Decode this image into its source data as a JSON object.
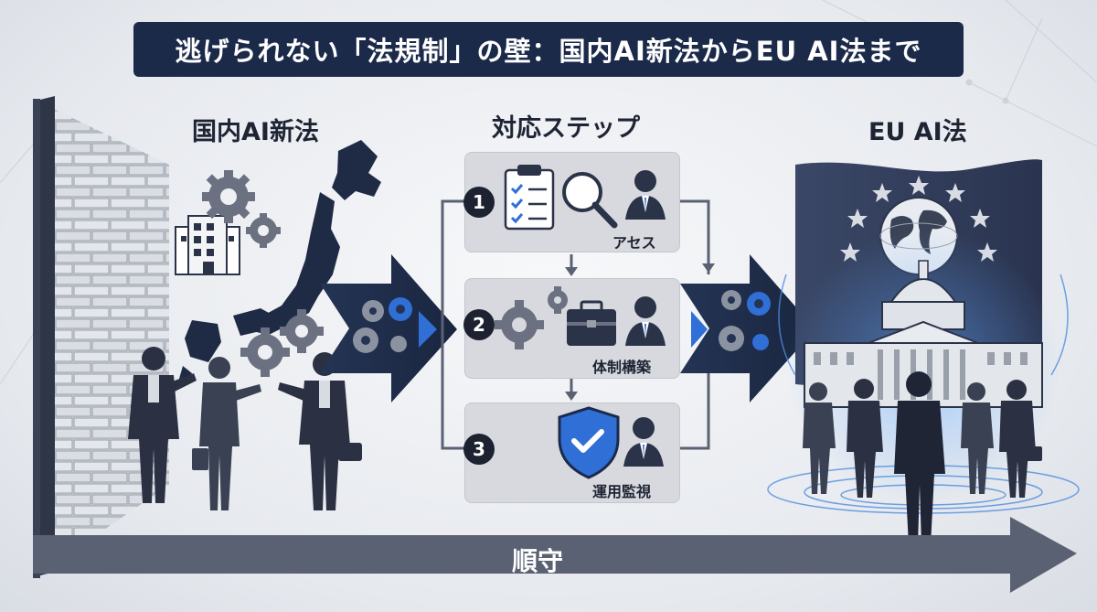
{
  "title": "逃げられない「法規制」の壁：国内AI新法からEU AI法まで",
  "left_section": {
    "label": "国内AI新法"
  },
  "middle_section": {
    "label": "対応ステップ",
    "steps": [
      {
        "number": "1",
        "label": "アセス"
      },
      {
        "number": "2",
        "label": "体制構築"
      },
      {
        "number": "3",
        "label": "運用監視"
      }
    ]
  },
  "right_section": {
    "label": "EU AI法"
  },
  "bottom_arrow": {
    "label": "順守"
  },
  "colors": {
    "navy": "#1c2a4a",
    "accent_blue": "#2f6fd6",
    "gray_arrow": "#5a6172",
    "step_box": "#d7d9de"
  },
  "icons": [
    "brick-wall",
    "japan-map",
    "gear-icon",
    "building-icon",
    "clipboard-checklist-icon",
    "magnifier-icon",
    "toolbox-icon",
    "shield-check-icon",
    "eu-flag-icon",
    "globe-icon",
    "capitol-building-icon",
    "businessperson-icon"
  ]
}
